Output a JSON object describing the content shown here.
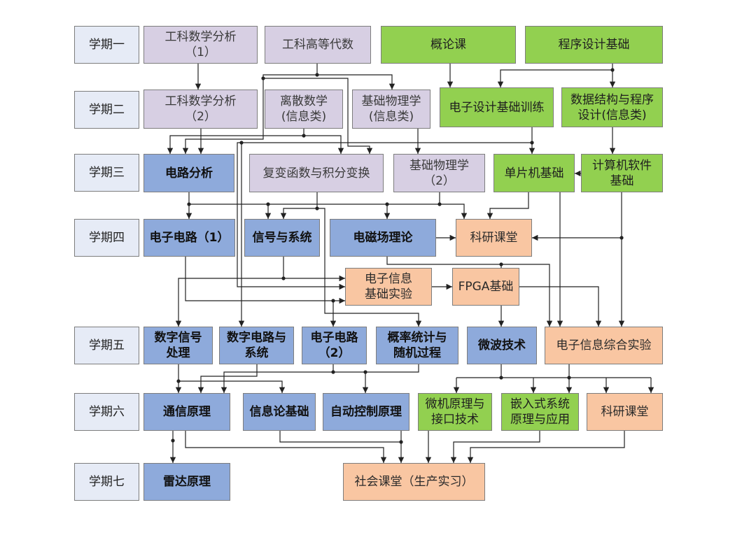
{
  "colors": {
    "semester": "#e6ebf6",
    "math": "#d7cfe3",
    "software": "#92d050",
    "core": "#8eaadb",
    "practice": "#f9c6a2",
    "line": "#222222"
  },
  "semesters": [
    "学期一",
    "学期二",
    "学期三",
    "学期四",
    "学期五",
    "学期六",
    "学期七"
  ],
  "courses": [
    {
      "lines": [
        "工科数学分析",
        "（1）"
      ]
    },
    {
      "lines": [
        "工科高等代数"
      ]
    },
    {
      "lines": [
        "概论课"
      ]
    },
    {
      "lines": [
        "程序设计基础"
      ]
    },
    {
      "lines": [
        "工科数学分析",
        "（2）"
      ]
    },
    {
      "lines": [
        "离散数学",
        "(信息类)"
      ]
    },
    {
      "lines": [
        "基础物理学",
        "(信息类)"
      ]
    },
    {
      "lines": [
        "电子设计基础训练"
      ]
    },
    {
      "lines": [
        "数据结构与程序",
        "设计(信息类)"
      ]
    },
    {
      "lines": [
        "电路分析"
      ]
    },
    {
      "lines": [
        "复变函数与积分变换"
      ]
    },
    {
      "lines": [
        "基础物理学",
        "（2）"
      ]
    },
    {
      "lines": [
        "单片机基础"
      ]
    },
    {
      "lines": [
        "计算机软件",
        "基础"
      ]
    },
    {
      "lines": [
        "电子电路（1）"
      ]
    },
    {
      "lines": [
        "信号与系统"
      ]
    },
    {
      "lines": [
        "电磁场理论"
      ]
    },
    {
      "lines": [
        "科研课堂"
      ]
    },
    {
      "lines": [
        "电子信息",
        "基础实验"
      ]
    },
    {
      "lines": [
        "FPGA基础"
      ]
    },
    {
      "lines": [
        "数字信号",
        "处理"
      ]
    },
    {
      "lines": [
        "数字电路与",
        "系统"
      ]
    },
    {
      "lines": [
        "电子电路",
        "（2）"
      ]
    },
    {
      "lines": [
        "概率统计与",
        "随机过程"
      ]
    },
    {
      "lines": [
        "微波技术"
      ]
    },
    {
      "lines": [
        "电子信息综合实验"
      ]
    },
    {
      "lines": [
        "通信原理"
      ]
    },
    {
      "lines": [
        "信息论基础"
      ]
    },
    {
      "lines": [
        "自动控制原理"
      ]
    },
    {
      "lines": [
        "微机原理与",
        "接口技术"
      ]
    },
    {
      "lines": [
        "嵌入式系统",
        "原理与应用"
      ]
    },
    {
      "lines": [
        "科研课堂"
      ]
    },
    {
      "lines": [
        "雷达原理"
      ]
    },
    {
      "lines": [
        "社会课堂（生产实习）"
      ]
    }
  ]
}
